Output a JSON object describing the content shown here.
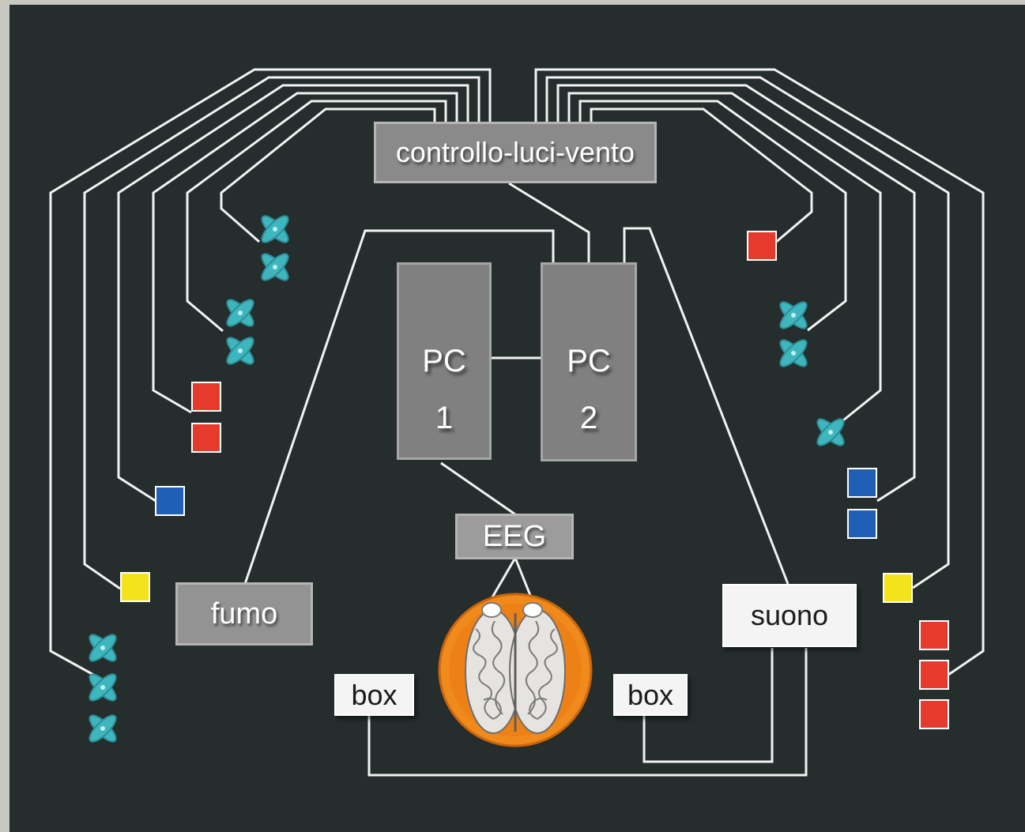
{
  "labels": {
    "controller": "controllo-luci-vento",
    "pc1_name": "PC",
    "pc1_number": "1",
    "pc2_name": "PC",
    "pc2_number": "2",
    "eeg": "EEG",
    "smoke": "fumo",
    "sound": "suono",
    "box_left": "box",
    "box_right": "box"
  },
  "icons": {
    "fan": "fan-icon",
    "light": "light-icon",
    "brain": "brain-icon",
    "electrode": "electrode-icon"
  },
  "colors": {
    "background": "#262d2d",
    "frame": "#c9c8c0",
    "wire": "#f2f2f2",
    "fan": "#3fb5bd",
    "light_red": "#e63a2c",
    "light_blue": "#1f5fb5",
    "light_yellow": "#f4e21a",
    "brain_ring": "#f08a1c"
  }
}
